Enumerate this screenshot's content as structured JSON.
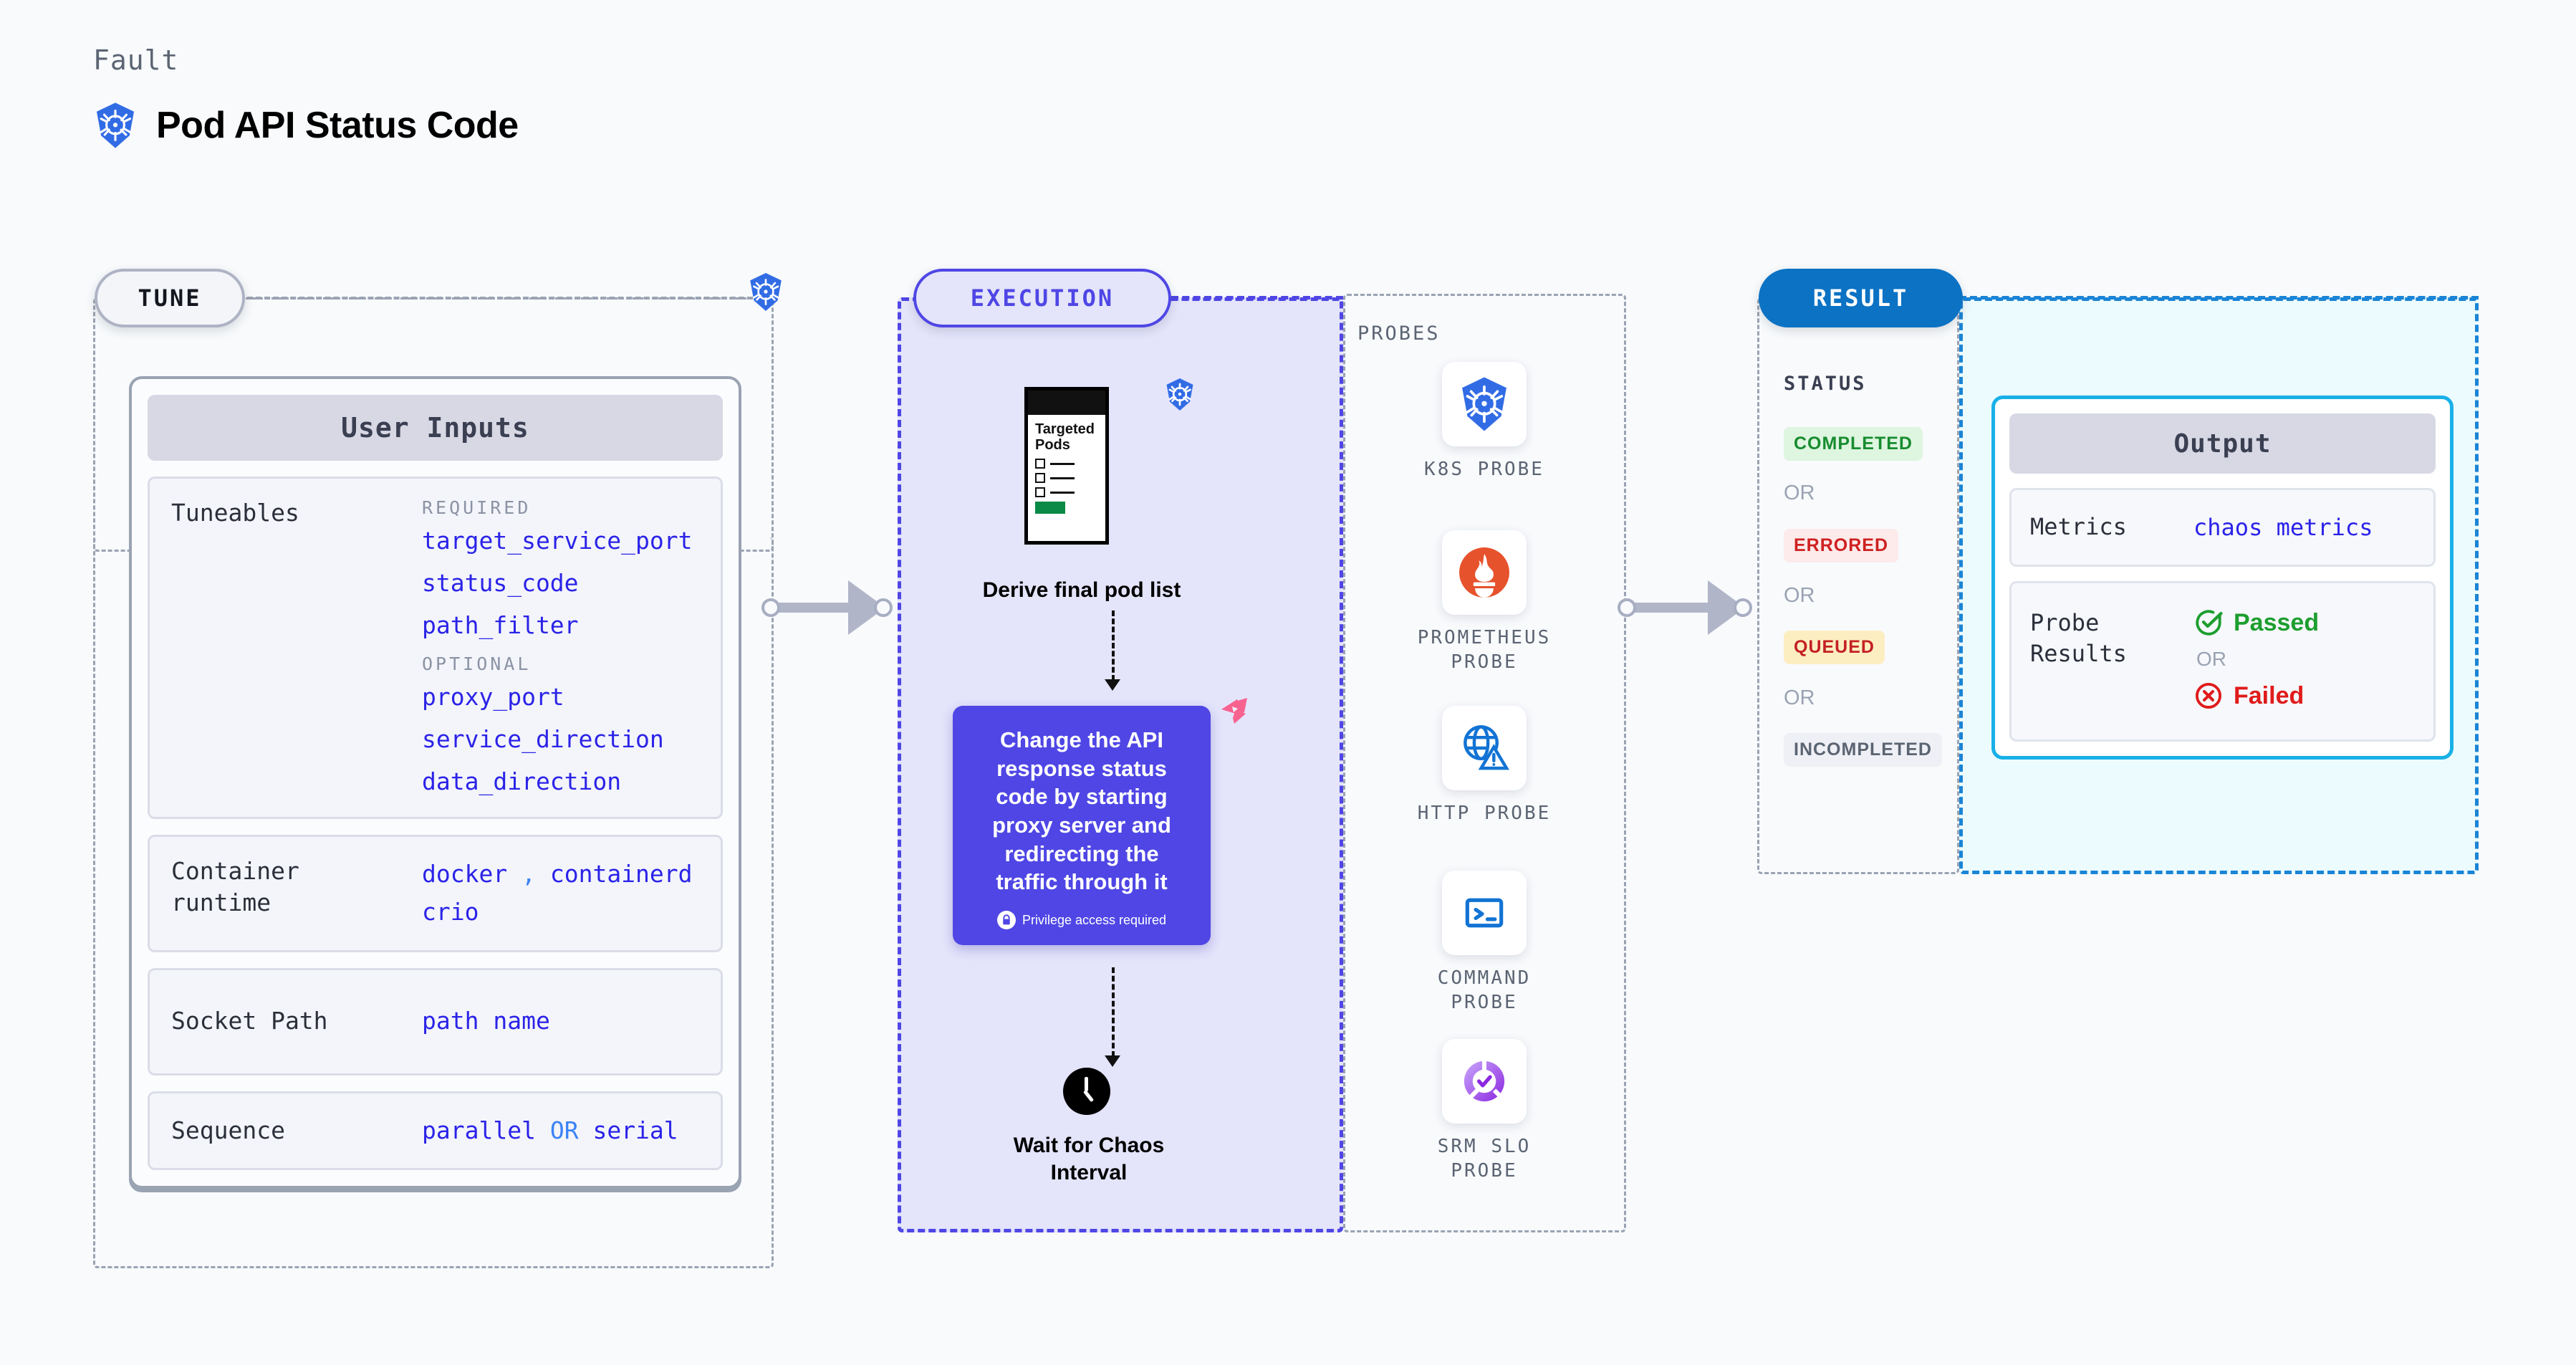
{
  "header": {
    "eyebrow": "Fault",
    "title": "Pod API Status Code",
    "icon": "kubernetes-icon"
  },
  "stages": {
    "tune": "TUNE",
    "execution": "EXECUTION",
    "result": "RESULT"
  },
  "tune": {
    "card_title": "User Inputs",
    "tuneables": {
      "label": "Tuneables",
      "required_label": "REQUIRED",
      "required": [
        "target_service_port",
        "status_code",
        "path_filter"
      ],
      "optional_label": "OPTIONAL",
      "optional": [
        "proxy_port",
        "service_direction",
        "data_direction"
      ]
    },
    "container_runtime": {
      "label": "Container runtime",
      "values": [
        "docker",
        "containerd",
        "crio"
      ],
      "separator": ","
    },
    "socket_path": {
      "label": "Socket Path",
      "value": "path name"
    },
    "sequence": {
      "label": "Sequence",
      "value_a": "parallel",
      "separator": "OR",
      "value_b": "serial"
    }
  },
  "execution": {
    "pods_card": {
      "title_line1": "Targeted",
      "title_line2": "Pods",
      "icon": "kubernetes-icon"
    },
    "derive_caption": "Derive final pod list",
    "action": {
      "text": "Change the API response status code by starting proxy server and redirecting the traffic through it",
      "privilege_note": "Privilege access required",
      "privilege_icon": "lock-icon",
      "corner_icon": "chaos-logo-icon"
    },
    "wait_caption_line1": "Wait for Chaos",
    "wait_caption_line2": "Interval",
    "wait_icon": "clock-icon"
  },
  "probes": {
    "title": "PROBES",
    "items": [
      {
        "name": "K8S PROBE",
        "icon": "kubernetes-icon"
      },
      {
        "name": "PROMETHEUS PROBE",
        "icon": "prometheus-icon"
      },
      {
        "name": "HTTP PROBE",
        "icon": "globe-warning-icon"
      },
      {
        "name": "COMMAND PROBE",
        "icon": "terminal-icon"
      },
      {
        "name": "SRM SLO PROBE",
        "icon": "srm-slo-icon"
      }
    ]
  },
  "result": {
    "status_title": "STATUS",
    "or_label": "OR",
    "statuses": [
      {
        "label": "COMPLETED",
        "color": "#178c2f",
        "bg": "#def5e0"
      },
      {
        "label": "ERRORED",
        "color": "#cf2020",
        "bg": "#fdeaea"
      },
      {
        "label": "QUEUED",
        "color": "#c42121",
        "bg": "#fdeec2"
      },
      {
        "label": "INCOMPLETED",
        "color": "#5b6472",
        "bg": "#eef0f5"
      }
    ],
    "output": {
      "card_title": "Output",
      "metrics_label": "Metrics",
      "metrics_value": "chaos metrics",
      "probe_results_label": "Probe Results",
      "passed_label": "Passed",
      "failed_label": "Failed",
      "or_label": "OR",
      "passed_icon": "check-circle-icon",
      "failed_icon": "x-circle-icon"
    }
  },
  "colors": {
    "accent_blue": "#2b23e8",
    "execution_purple": "#4f46e5",
    "result_blue": "#0b72c4",
    "output_cyan": "#19b0e8",
    "k8s_blue": "#326ce5"
  }
}
